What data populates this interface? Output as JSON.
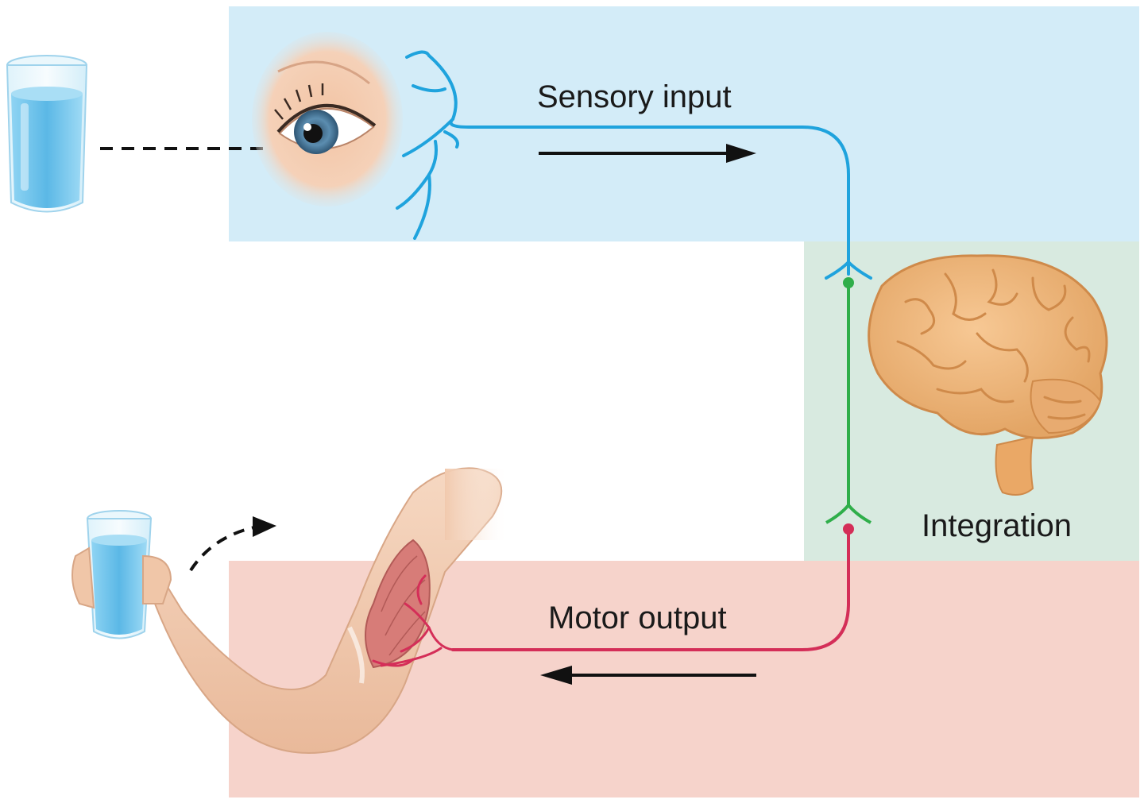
{
  "labels": {
    "sensory": "Sensory input",
    "integration": "Integration",
    "motor": "Motor output"
  },
  "colors": {
    "sensory_panel": "#d3ecf8",
    "integration_panel": "#d8eae0",
    "motor_panel": "#f6d3cb",
    "sensory_nerve": "#1fa3dd",
    "integration_nerve": "#2fae4a",
    "motor_nerve": "#d42e58",
    "skin": "#f3cfb4",
    "brain": "#eeb57a",
    "water": "#6cc3ec"
  },
  "icons": [
    "glass-icon",
    "eye-icon",
    "brain-icon",
    "arm-icon",
    "hand-with-glass-icon"
  ]
}
